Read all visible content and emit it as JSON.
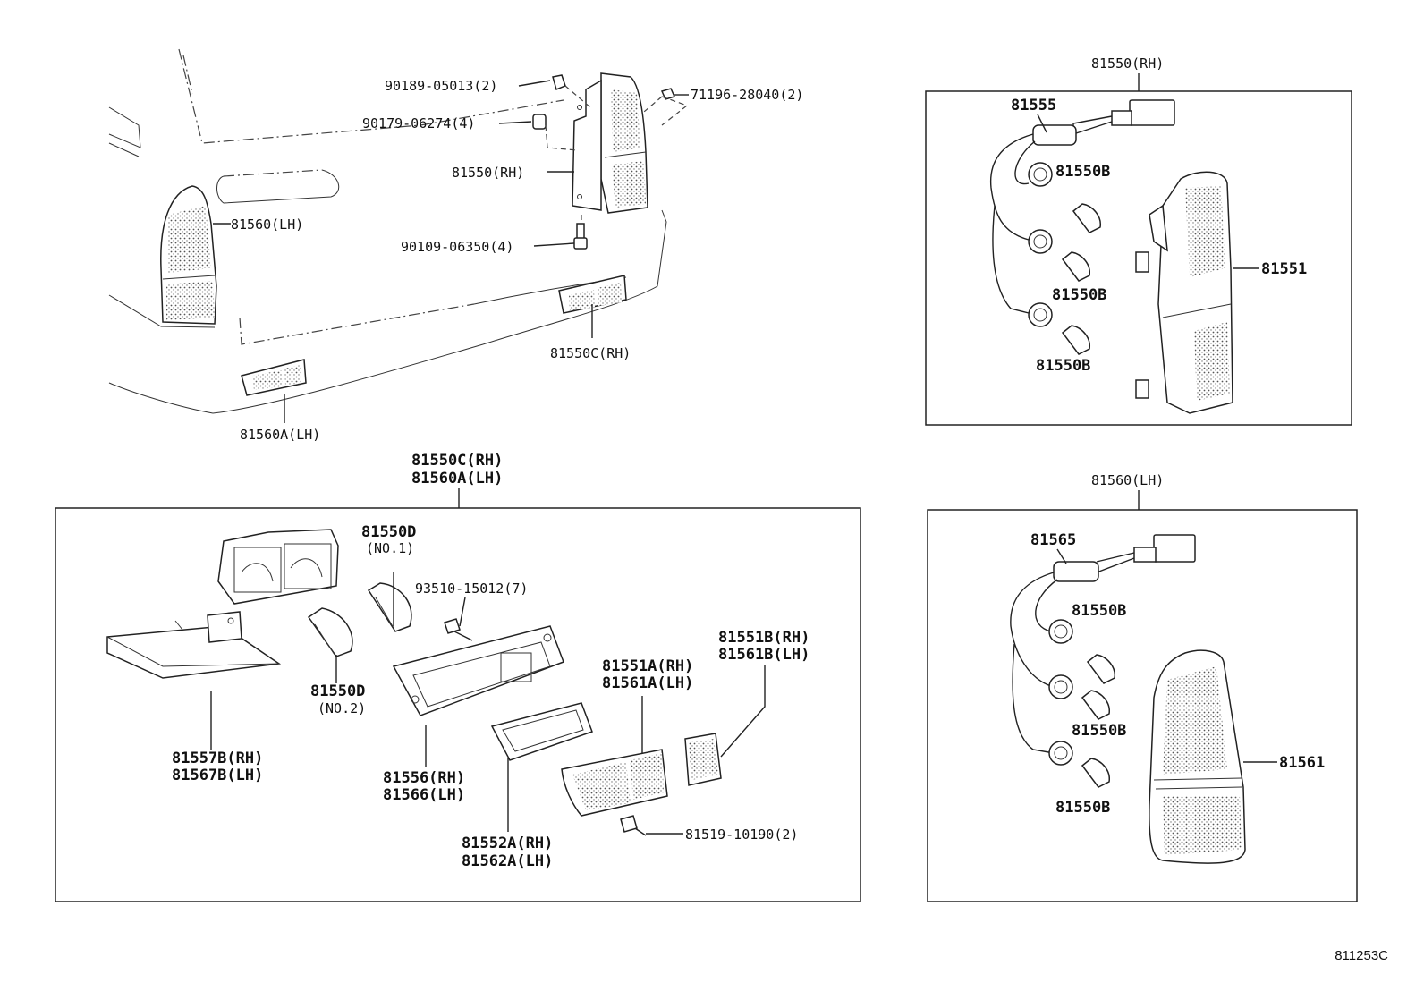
{
  "ref_code": "811253C",
  "labels": {
    "p90189": "90189-05013(2)",
    "p71196": "71196-28040(2)",
    "p90179": "90179-06274(4)",
    "p81550rh_main": "81550(RH)",
    "p81560lh_main": "81560(LH)",
    "p90109": "90109-06350(4)",
    "p81550c_main": "81550C(RH)",
    "p81560a_main": "81560A(LH)",
    "box_rh_title": "81550(RH)",
    "p81555": "81555",
    "p81550b_1": "81550B",
    "p81550b_2": "81550B",
    "p81550b_3": "81550B",
    "p81551": "81551",
    "box_lh_title": "81560(LH)",
    "p81565": "81565",
    "p81550b_4": "81550B",
    "p81550b_5": "81550B",
    "p81550b_6": "81550B",
    "p81561": "81561",
    "box_lic_title_1": "81550C(RH)",
    "box_lic_title_2": "81560A(LH)",
    "p81550d_no1": "81550D",
    "p81550d_no1_sub": "(NO.1)",
    "p93510": "93510-15012(7)",
    "p81550d_no2": "81550D",
    "p81550d_no2_sub": "(NO.2)",
    "p81551b": "81551B(RH)",
    "p81561b": "81561B(LH)",
    "p81551a": "81551A(RH)",
    "p81561a": "81561A(LH)",
    "p81557b": "81557B(RH)",
    "p81567b": "81567B(LH)",
    "p81556": "81556(RH)",
    "p81566": "81566(LH)",
    "p81552a": "81552A(RH)",
    "p81562a": "81562A(LH)",
    "p81519": "81519-10190(2)"
  }
}
